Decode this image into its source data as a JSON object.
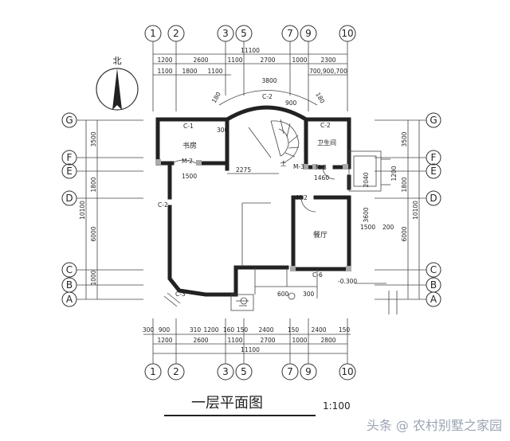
{
  "axes_top": [
    "1",
    "2",
    "3",
    "5",
    "7",
    "9",
    "10"
  ],
  "axes_side": [
    "G",
    "F",
    "E",
    "D",
    "C",
    "B",
    "A"
  ],
  "north": "北",
  "dims": {
    "top_total": "11100",
    "top_row": [
      "1200",
      "2600",
      "1100",
      "2700",
      "1000",
      "2300"
    ],
    "top_row2": [
      "1100",
      "1800",
      "1100"
    ],
    "top_row2_right": "700,900,700",
    "arc_width": "3800",
    "bottom_total": "11100",
    "bottom_row": [
      "1200",
      "2600",
      "1100",
      "2700",
      "1000",
      "2800"
    ],
    "bottom_small": [
      "300",
      "900",
      "310",
      "1200",
      "160",
      "150",
      "2400",
      "150",
      "2400",
      "150"
    ],
    "left_total": "10100",
    "left_parts": [
      "3500",
      "1800",
      "6000",
      "1000"
    ],
    "right_total": "10100",
    "right_parts": [
      "3500",
      "1800",
      "6000"
    ],
    "dim_2275": "2275",
    "dim_1500a": "1500",
    "dim_1500b": "1500",
    "dim_1460": "1460",
    "dim_2040": "2040",
    "dim_900": "900",
    "dim_300": "300",
    "dim_200": "200",
    "dim_180a": "180",
    "dim_180b": "180",
    "dim_1200_right": "1200",
    "dim_3600": "3600"
  },
  "rooms": {
    "study": "书房",
    "wc": "卫生间",
    "dining": "餐厅"
  },
  "marks": {
    "c1": "C-1",
    "c2a": "C-2",
    "c2b": "C-2",
    "c2c": "C-2",
    "c3": "C-3",
    "c6": "C-6",
    "m2a": "M-2",
    "m2b": "M-2",
    "m3a": "M-3",
    "m3b": "M-3",
    "elev": "-0.300",
    "dim_600": "600",
    "dim_1300": "300",
    "stair_up": "上"
  },
  "title": "一层平面图",
  "scale": "1:100",
  "watermark": "头条 @ 农村别墅之家园"
}
